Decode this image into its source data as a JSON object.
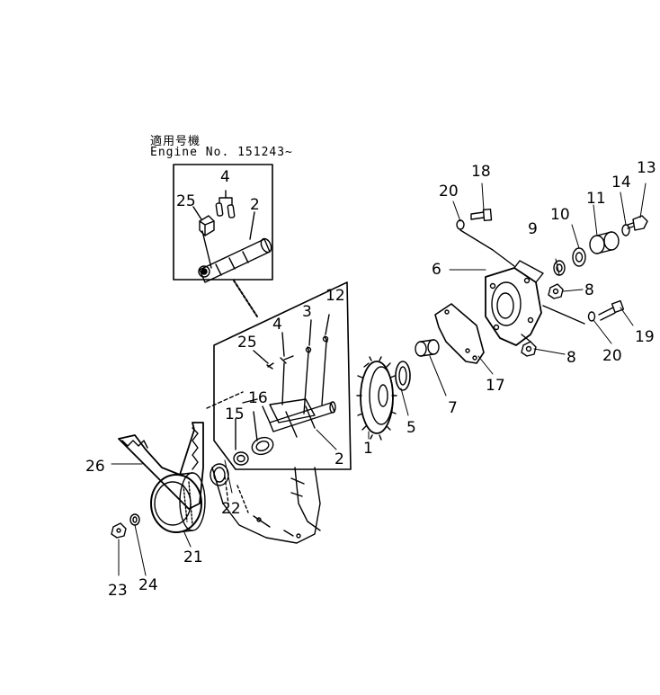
{
  "applicability": {
    "label": "適用号機",
    "engine_serial": "Engine  No. 151243~"
  },
  "callouts": [
    {
      "id": "n4-inset",
      "text": "4"
    },
    {
      "id": "n25-inset",
      "text": "25"
    },
    {
      "id": "n2-inset",
      "text": "2"
    },
    {
      "id": "n12",
      "text": "12"
    },
    {
      "id": "n3",
      "text": "3"
    },
    {
      "id": "n4",
      "text": "4"
    },
    {
      "id": "n25",
      "text": "25"
    },
    {
      "id": "n16",
      "text": "16"
    },
    {
      "id": "n15",
      "text": "15"
    },
    {
      "id": "n2",
      "text": "2"
    },
    {
      "id": "n1",
      "text": "1"
    },
    {
      "id": "n5",
      "text": "5"
    },
    {
      "id": "n7",
      "text": "7"
    },
    {
      "id": "n17",
      "text": "17"
    },
    {
      "id": "n6",
      "text": "6"
    },
    {
      "id": "n8a",
      "text": "8"
    },
    {
      "id": "n8b",
      "text": "8"
    },
    {
      "id": "n18",
      "text": "18"
    },
    {
      "id": "n20a",
      "text": "20"
    },
    {
      "id": "n9",
      "text": "9"
    },
    {
      "id": "n10",
      "text": "10"
    },
    {
      "id": "n11",
      "text": "11"
    },
    {
      "id": "n14",
      "text": "14"
    },
    {
      "id": "n13",
      "text": "13"
    },
    {
      "id": "n19",
      "text": "19"
    },
    {
      "id": "n20b",
      "text": "20"
    },
    {
      "id": "n26",
      "text": "26"
    },
    {
      "id": "n22",
      "text": "22"
    },
    {
      "id": "n21",
      "text": "21"
    },
    {
      "id": "n23",
      "text": "23"
    },
    {
      "id": "n24",
      "text": "24"
    }
  ]
}
